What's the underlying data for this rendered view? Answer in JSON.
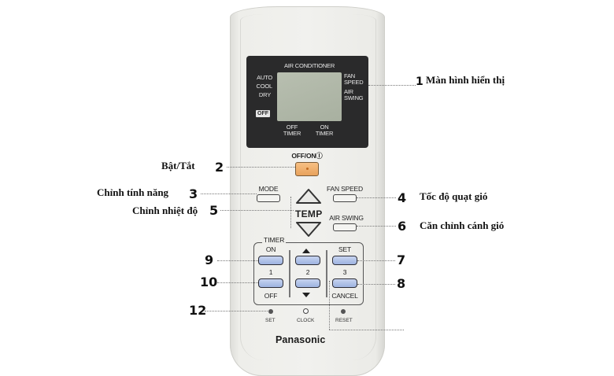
{
  "remote": {
    "brand": "Panasonic",
    "lcd": {
      "title": "AIR CONDITIONER",
      "modes": [
        "AUTO",
        "COOL",
        "DRY"
      ],
      "off_badge": "OFF",
      "right_labels": [
        "FAN",
        "SPEED",
        "AIR",
        "SWING"
      ],
      "bottom_left": [
        "OFF",
        "TIMER"
      ],
      "bottom_right": [
        "ON",
        "TIMER"
      ]
    },
    "buttons": {
      "power_label": "OFF/ONⒾ",
      "mode_label": "MODE",
      "fan_speed_label": "FAN SPEED",
      "temp_label": "TEMP",
      "air_swing_label": "AIR SWING",
      "timer_title": "TIMER",
      "timer_on": "ON",
      "timer_off": "OFF",
      "num_1": "1",
      "num_2": "2",
      "num_3": "3",
      "set_label": "SET",
      "cancel_label": "CANCEL",
      "small_set": "SET",
      "small_clock": "CLOCK",
      "small_reset": "RESET"
    },
    "colors": {
      "body": "#efefec",
      "lcd_frame": "#2a2a2b",
      "lcd_screen": "#b0b8a8",
      "power_button": "#f0b070",
      "timer_buttons": "#a9bde6"
    }
  },
  "callouts": [
    {
      "num": "1",
      "text": "Màn hình hiển thị"
    },
    {
      "num": "2",
      "text": "Bật/Tắt"
    },
    {
      "num": "3",
      "text": "Chỉnh tính năng"
    },
    {
      "num": "4",
      "text": "Tốc độ quạt gió"
    },
    {
      "num": "5",
      "text": "Chỉnh nhiệt độ"
    },
    {
      "num": "6",
      "text": "Căn chỉnh cánh gió"
    },
    {
      "num": "7",
      "text": ""
    },
    {
      "num": "8",
      "text": ""
    },
    {
      "num": "9",
      "text": ""
    },
    {
      "num": "10",
      "text": ""
    },
    {
      "num": "12",
      "text": ""
    }
  ]
}
